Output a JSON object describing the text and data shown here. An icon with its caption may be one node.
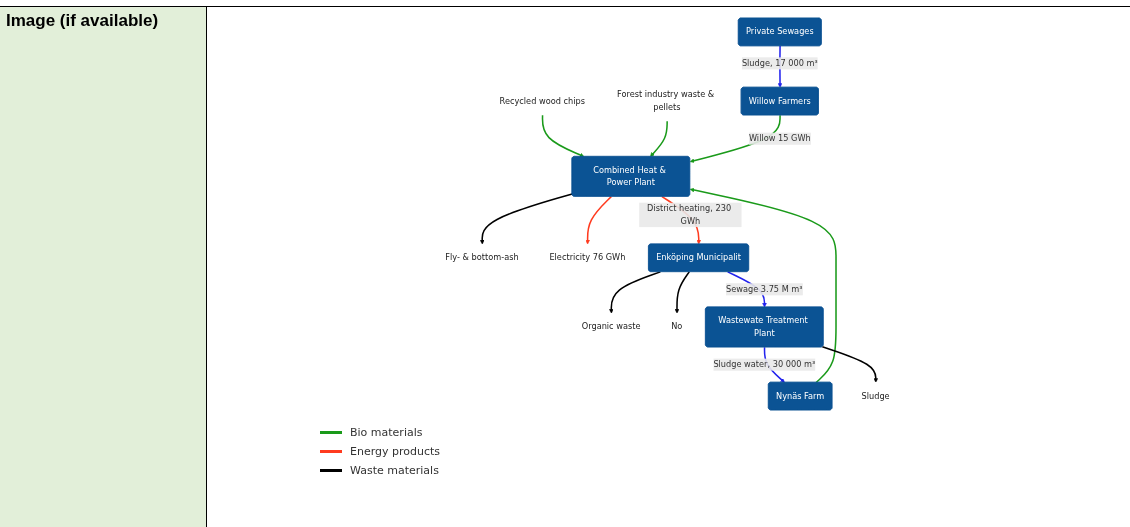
{
  "diagram": {
    "nodes": [
      {
        "text": [
          "Recycled wood chips"
        ]
      },
      {
        "text": [
          "Forest industry waste & pellets"
        ]
      },
      {
        "text": [
          "Fly- & bottom-ash"
        ]
      },
      {
        "text": [
          "Electricity 76 GWh"
        ]
      },
      {
        "text": [
          "Combined Heat & Power Plant"
        ]
      },
      {
        "text": [
          "Organic waste"
        ]
      },
      {
        "text": [
          "No"
        ]
      },
      {
        "text": [
          "Enköping Municipalit"
        ]
      },
      {
        "text": [
          "Wastewate Treatment Plant"
        ]
      },
      {
        "text": [
          "Nynäs Farm"
        ]
      },
      {
        "text": [
          "Willow Farmers"
        ]
      },
      {
        "text": [
          "Private Sewages"
        ]
      },
      {
        "text": [
          "Sludge"
        ]
      }
    ],
    "edges": [
      {
        "from": 0,
        "to": 4,
        "arrow": "to",
        "color": "#1a9a1a"
      },
      {
        "from": 1,
        "to": 4,
        "arrow": "to",
        "color": "#1a9a1a"
      },
      {
        "from": 4,
        "to": 2,
        "arrow": "to",
        "color": "#000000"
      },
      {
        "from": 4,
        "to": 3,
        "arrow": "to",
        "color": "#ff3b1f"
      },
      {
        "from": 4,
        "to": 7,
        "arrow": "to",
        "label": "District heating, 230 GWh",
        "color": "#ff3b1f"
      },
      {
        "from": 7,
        "to": 5,
        "arrow": "to",
        "color": "#000000"
      },
      {
        "from": 7,
        "to": 6,
        "arrow": "to",
        "color": "#000000"
      },
      {
        "from": 7,
        "to": 8,
        "arrow": "to",
        "label": "Sewage 3.75 M m³",
        "color": "#2222ee"
      },
      {
        "from": 8,
        "to": 9,
        "arrow": "to",
        "label": "Sludge water, 30 000 m³",
        "color": "#2222ee"
      },
      {
        "from": 9,
        "to": 4,
        "arrow": "to",
        "color": "#1a9a1a"
      },
      {
        "from": 10,
        "to": 4,
        "arrow": "to",
        "label": "Willow 15 GWh",
        "color": "#1a9a1a"
      },
      {
        "from": 11,
        "to": 10,
        "arrow": "to",
        "label": "Sludge, 17 000 m³",
        "color": "#2222ee"
      },
      {
        "from": 8,
        "to": 12,
        "arrow": "to",
        "color": "#000000"
      }
    ],
    "labels": [
      "Image (if available)"
    ],
    "legend": [
      {
        "text": "Bio materials",
        "color": "#1a9a1a"
      },
      {
        "text": "Energy products",
        "color": "#ff3b1f"
      },
      {
        "text": "Waste materials",
        "color": "#000000"
      }
    ]
  }
}
